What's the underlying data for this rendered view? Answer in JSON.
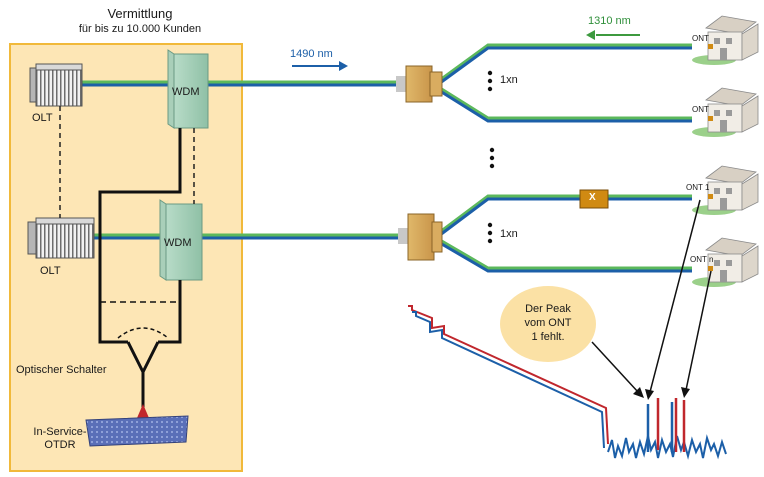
{
  "title": {
    "line1": "Vermittlung",
    "line2": "für bis zu 10.000 Kunden"
  },
  "labels": {
    "olt_top": "OLT",
    "olt_bottom": "OLT",
    "wdm_top": "WDM",
    "wdm_bottom": "WDM",
    "switch": "Optischer Schalter",
    "otdr_line1": "In-Service-",
    "otdr_line2": "OTDR",
    "wavelength_down": "1490 nm",
    "wavelength_up": "1310 nm",
    "splitter_top": "1xn",
    "splitter_bottom": "1xn",
    "ont_1": "ONT",
    "ont_2": "ONT",
    "ont_3": "ONT 1",
    "ont_4": "ONT n",
    "fault_mark": "X"
  },
  "callout": {
    "line1": "Der Peak",
    "line2": "vom ONT",
    "line3": "1 fehlt."
  },
  "colors": {
    "office_fill": "#fde6b5",
    "office_border": "#f1b93a",
    "fiber_down": "#1c5fa8",
    "fiber_up": "#5cb85c",
    "trace_red": "#c0272d",
    "trace_blue": "#1c5fa8",
    "fault_box": "#d08a12"
  }
}
